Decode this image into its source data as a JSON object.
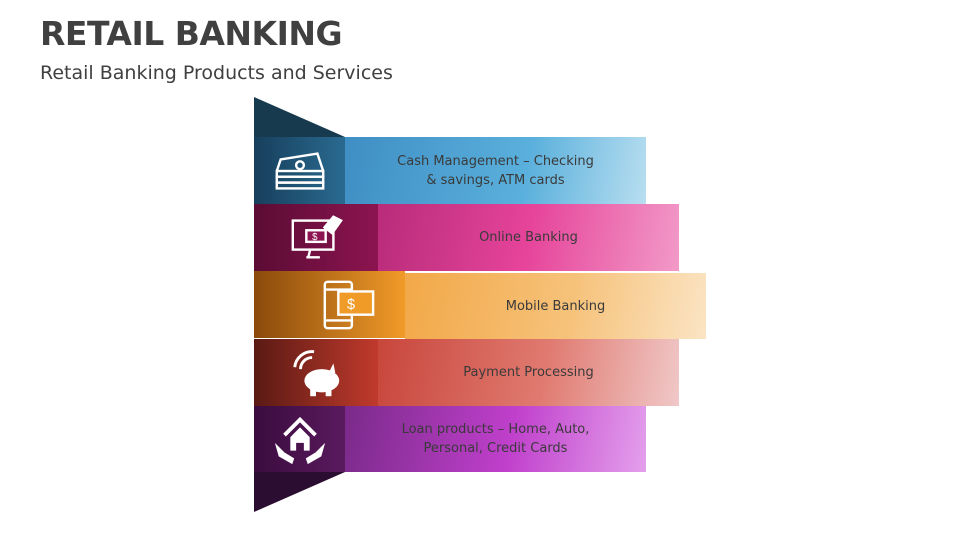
{
  "header": {
    "title": "RETAIL BANKING",
    "subtitle": "Retail Banking Products and Services"
  },
  "items": [
    {
      "line1": "Cash Management – Checking",
      "line2": "& savings, ATM cards",
      "icon": "cash-stack-icon",
      "color": "#5aaad6"
    },
    {
      "line1": "Online Banking",
      "line2": "",
      "icon": "computer-payment-icon",
      "color": "#e6449a"
    },
    {
      "line1": "Mobile Banking",
      "line2": "",
      "icon": "mobile-payment-icon",
      "color": "#f4b25a"
    },
    {
      "line1": "Payment Processing",
      "line2": "",
      "icon": "wireless-piggy-bank-icon",
      "color": "#e0786e"
    },
    {
      "line1": "Loan products – Home, Auto,",
      "line2": "Personal, Credit Cards",
      "icon": "house-in-hands-icon",
      "color": "#c040cc"
    }
  ]
}
